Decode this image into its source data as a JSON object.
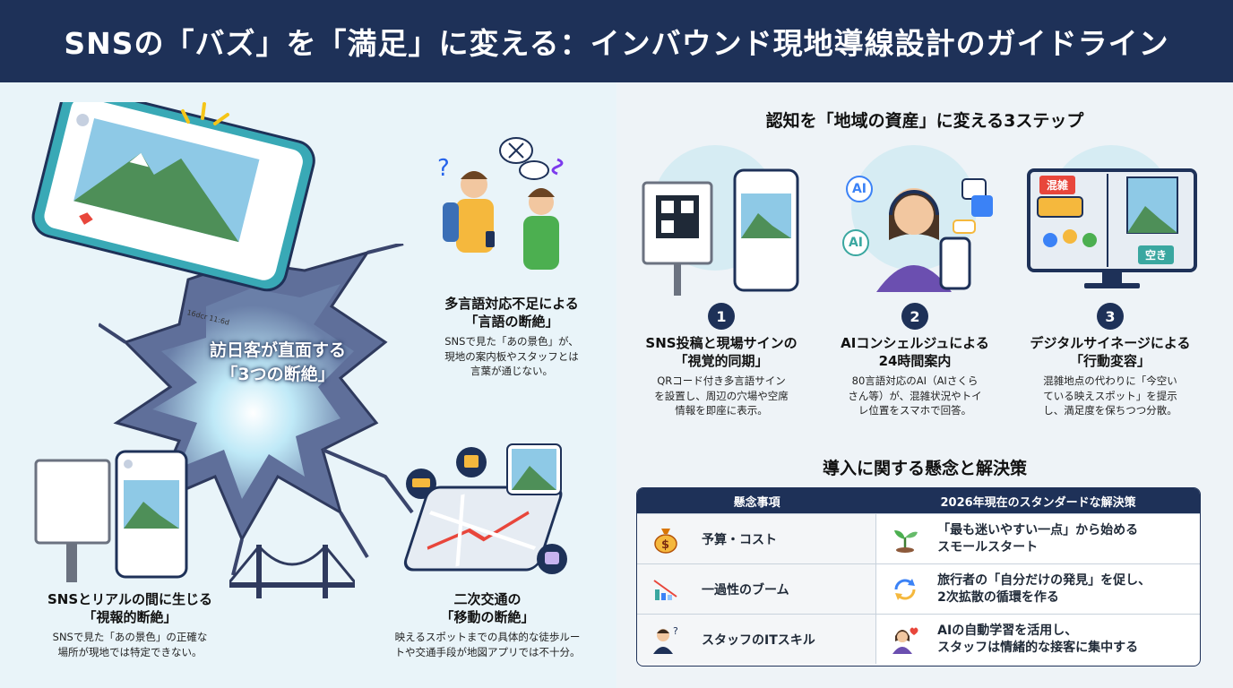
{
  "header": {
    "title": "SNSの「バズ」を「満足」に変える：インバウンド現地導線設計のガイドライン"
  },
  "left": {
    "center": {
      "line1": "訪日客が直面する",
      "line2": "「3つの断絶」"
    },
    "phone": {
      "user": "16dcr 11:6d"
    },
    "language": {
      "title1": "多言語対応不足による",
      "title2": "「言語の断絶」",
      "body1": "SNSで見た「あの景色」が、",
      "body2": "現地の案内板やスタッフとは",
      "body3": "言葉が通じない。"
    },
    "visual": {
      "title1": "SNSとリアルの間に生じる",
      "title2": "「視報的断絶」",
      "body1": "SNSで見た「あの景色」の正確な",
      "body2": "場所が現地では特定できない。"
    },
    "transport": {
      "title1": "二次交通の",
      "title2": "「移動の断絶」",
      "body1": "映えるスポットまでの具体的な徒歩ルー",
      "body2": "トや交通手段が地図アプリでは不十分。"
    }
  },
  "right": {
    "steps_title": "認知を「地域の資産」に変える3ステップ",
    "steps": [
      {
        "num": "1",
        "title1": "SNS投稿と現場サインの",
        "title2": "「視覚的同期」",
        "body1": "QRコード付き多言語サイン",
        "body2": "を設置し、周辺の穴場や空席",
        "body3": "情報を即座に表示。"
      },
      {
        "num": "2",
        "title1": "AIコンシェルジュによる",
        "title2": "24時間案内",
        "body1": "80言語対応のAI（AIさくら",
        "body2": "さん等）が、混雑状況やトイ",
        "body3": "レ位置をスマホで回答。"
      },
      {
        "num": "3",
        "title1": "デジタルサイネージによる",
        "title2": "「行動変容」",
        "body1": "混雑地点の代わりに「今空い",
        "body2": "ている映えスポット」を提示",
        "body3": "し、満足度を保ちつつ分散。"
      }
    ],
    "ai_bubble1": "AI",
    "ai_bubble2": "AI",
    "sign_busy": "混雑",
    "sign_free": "空き",
    "concerns_title": "導入に関する懸念と解決策",
    "table": {
      "header1": "懸念事項",
      "header2": "2026年現在のスタンダードな解決策",
      "rows": [
        {
          "concern": "予算・コスト",
          "solution1": "「最も迷いやすい一点」から始める",
          "solution2": "スモールスタート"
        },
        {
          "concern": "一過性のブーム",
          "solution1": "旅行者の「自分だけの発見」を促し、",
          "solution2": "2次拡散の循環を作る"
        },
        {
          "concern": "スタッフのITスキル",
          "solution1": "AIの自動学習を活用し、",
          "solution2": "スタッフは情緒的な接客に集中する"
        }
      ]
    }
  },
  "colors": {
    "navy": "#1e3158",
    "light_blue": "#d6ecf3",
    "accent_red": "#e8463b",
    "teal": "#3aa7a0"
  }
}
